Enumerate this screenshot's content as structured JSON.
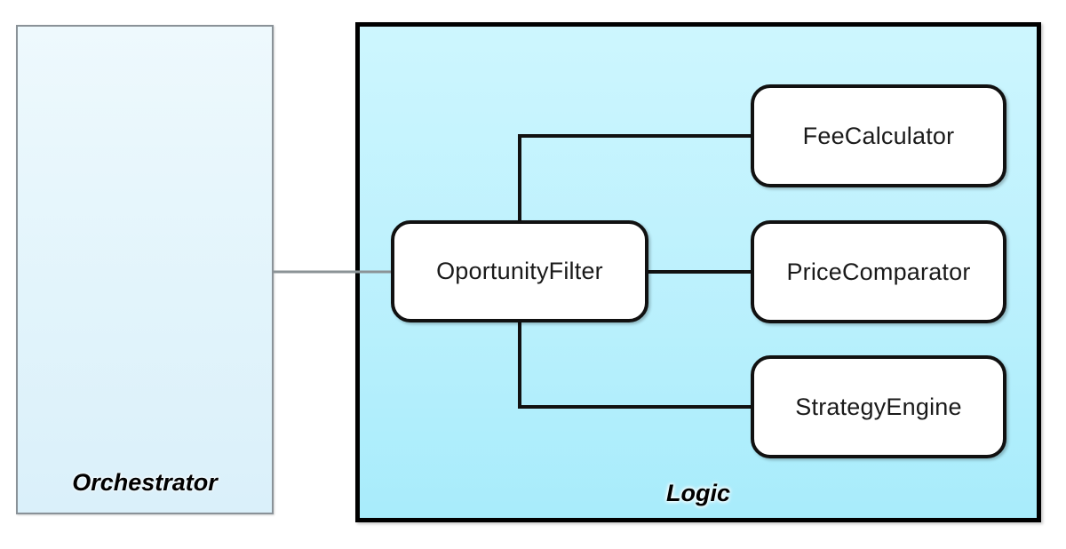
{
  "diagram": {
    "type": "architecture-block-diagram",
    "background": "#ffffff",
    "containers": [
      {
        "id": "orchestrator",
        "label": "Orchestrator",
        "fill": "#e6f6fc",
        "border": "#8a9298",
        "label_style": "italic-bold",
        "label_position": "bottom-center"
      },
      {
        "id": "logic",
        "label": "Logic",
        "fill": "#bdf1fd",
        "border": "#000000",
        "label_style": "italic-bold",
        "label_position": "bottom-center"
      }
    ],
    "nodes": [
      {
        "id": "opportunity-filter",
        "label": "OportunityFilter",
        "parent": "logic",
        "fill": "#ffffff",
        "border": "#111111"
      },
      {
        "id": "fee-calculator",
        "label": "FeeCalculator",
        "parent": "logic",
        "fill": "#ffffff",
        "border": "#111111"
      },
      {
        "id": "price-comparator",
        "label": "PriceComparator",
        "parent": "logic",
        "fill": "#ffffff",
        "border": "#111111"
      },
      {
        "id": "strategy-engine",
        "label": "StrategyEngine",
        "parent": "logic",
        "fill": "#ffffff",
        "border": "#111111"
      }
    ],
    "edges": [
      {
        "id": "edge-orchestrator-opportunity",
        "from": "orchestrator",
        "to": "opportunity-filter",
        "color": "#888888",
        "routing": "straight"
      },
      {
        "id": "edge-opportunity-fee",
        "from": "opportunity-filter",
        "to": "fee-calculator",
        "color": "#111111",
        "routing": "orthogonal-up"
      },
      {
        "id": "edge-opportunity-price",
        "from": "opportunity-filter",
        "to": "price-comparator",
        "color": "#111111",
        "routing": "straight"
      },
      {
        "id": "edge-opportunity-strategy",
        "from": "opportunity-filter",
        "to": "strategy-engine",
        "color": "#111111",
        "routing": "orthogonal-down"
      }
    ]
  }
}
